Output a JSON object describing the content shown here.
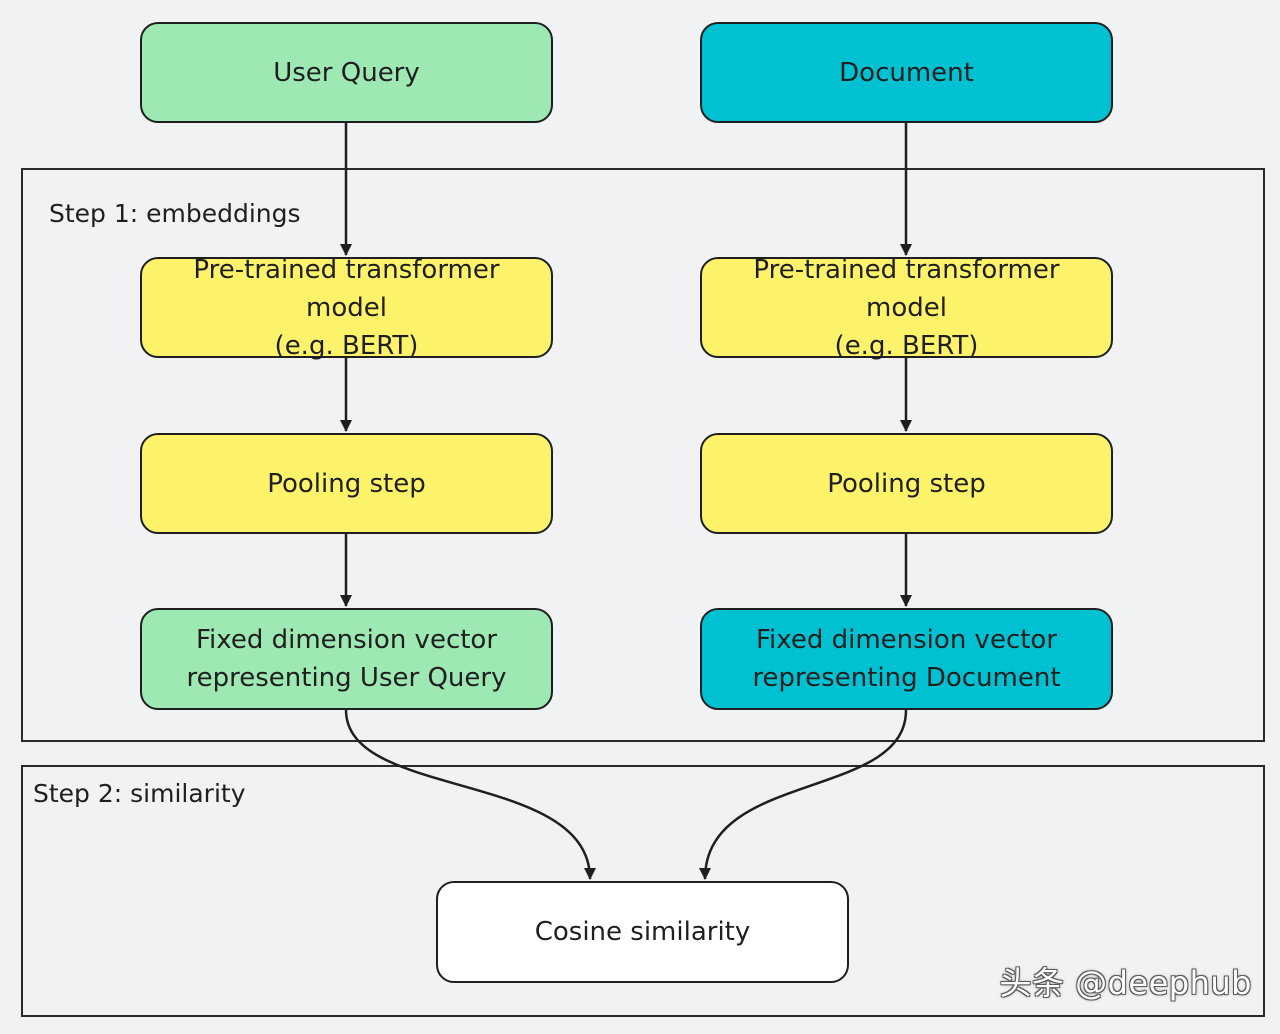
{
  "diagram": {
    "groups": {
      "embeddings": {
        "label": "Step 1: embeddings"
      },
      "similarity": {
        "label": "Step 2: similarity"
      }
    },
    "nodes": {
      "user_query": {
        "label": "User Query",
        "fill": "#9ee9b3"
      },
      "document": {
        "label": "Document",
        "fill": "#00c1d2"
      },
      "model_left": {
        "label": "Pre-trained transformer model\n(e.g. BERT)",
        "fill": "#fdf36b"
      },
      "model_right": {
        "label": "Pre-trained transformer model\n(e.g. BERT)",
        "fill": "#fdf36b"
      },
      "pooling_left": {
        "label": "Pooling step",
        "fill": "#fdf36b"
      },
      "pooling_right": {
        "label": "Pooling step",
        "fill": "#fdf36b"
      },
      "vector_query": {
        "label": "Fixed dimension vector\nrepresenting User Query",
        "fill": "#9ee9b3"
      },
      "vector_document": {
        "label": "Fixed dimension vector\nrepresenting Document",
        "fill": "#00c1d2"
      },
      "cosine": {
        "label": "Cosine similarity",
        "fill": "#ffffff"
      }
    },
    "edges": [
      {
        "from": "user_query",
        "to": "model_left"
      },
      {
        "from": "model_left",
        "to": "pooling_left"
      },
      {
        "from": "pooling_left",
        "to": "vector_query"
      },
      {
        "from": "document",
        "to": "model_right"
      },
      {
        "from": "model_right",
        "to": "pooling_right"
      },
      {
        "from": "pooling_right",
        "to": "vector_document"
      },
      {
        "from": "vector_query",
        "to": "cosine"
      },
      {
        "from": "vector_document",
        "to": "cosine"
      }
    ],
    "colors": {
      "line": "#1f1f1f",
      "background": "#f1f2f4"
    }
  },
  "watermark": {
    "text": "头条 @deephub"
  }
}
